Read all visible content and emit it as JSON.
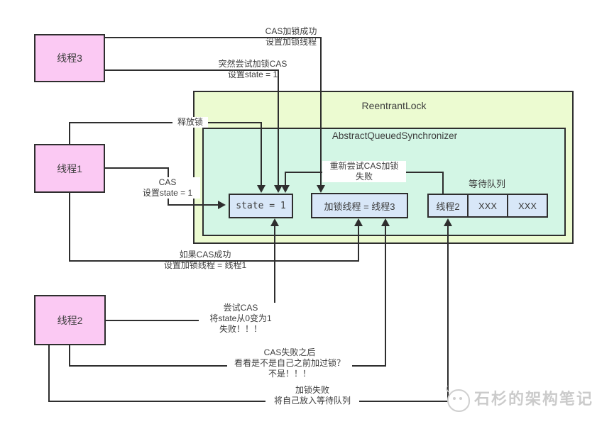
{
  "threads": {
    "t3": "线程3",
    "t1": "线程1",
    "t2": "线程2"
  },
  "reentrant_lock": {
    "title": "ReentrantLock",
    "aqs": {
      "title": "AbstractQueuedSynchronizer",
      "state_box": "state = 1",
      "owner_box": "加锁线程 = 线程3",
      "wait_queue": {
        "title": "等待队列",
        "cells": [
          "线程2",
          "XXX",
          "XXX"
        ]
      }
    }
  },
  "labels": {
    "cas_success": {
      "l1": "CAS加锁成功",
      "l2": "设置加锁线程"
    },
    "sudden_cas": {
      "l1": "突然尝试加锁CAS",
      "l2": "设置state = 1"
    },
    "release_lock": {
      "l1": "释放锁"
    },
    "cas_set_state": {
      "l1": "CAS",
      "l2": "设置state = 1"
    },
    "retry_cas": {
      "l1": "重新尝试CAS加锁",
      "l2": "失败"
    },
    "if_cas_success": {
      "l1": "如果CAS成功",
      "l2": "设置加锁线程 = 线程1"
    },
    "try_cas": {
      "l1": "尝试CAS",
      "l2": "将state从0变为1",
      "l3": "失败！！！"
    },
    "cas_fail_check": {
      "l1": "CAS失败之后",
      "l2": "看看是不是自己之前加过锁？",
      "l3": "不是！！！"
    },
    "lock_fail": {
      "l1": "加锁失败",
      "l2": "将自己放入等待队列"
    }
  },
  "watermark": {
    "text": "石杉的架构笔记"
  },
  "colors": {
    "thread_box": "#fbc9f3",
    "outer_box": "#ecfbd1",
    "aqs_box": "#d3f6e5",
    "value_box": "#d8e7f8",
    "line": "#2e2e2e",
    "watermark": "#cbcbcb"
  }
}
